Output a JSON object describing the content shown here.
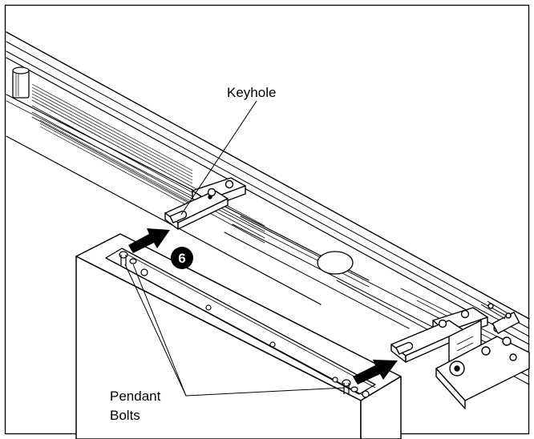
{
  "labels": {
    "keyhole": "Keyhole",
    "pendant_line1": "Pendant",
    "pendant_line2": "Bolts"
  },
  "step": {
    "number": "6"
  },
  "colors": {
    "line": "#000000",
    "background": "#ffffff",
    "badge": "#000000"
  }
}
